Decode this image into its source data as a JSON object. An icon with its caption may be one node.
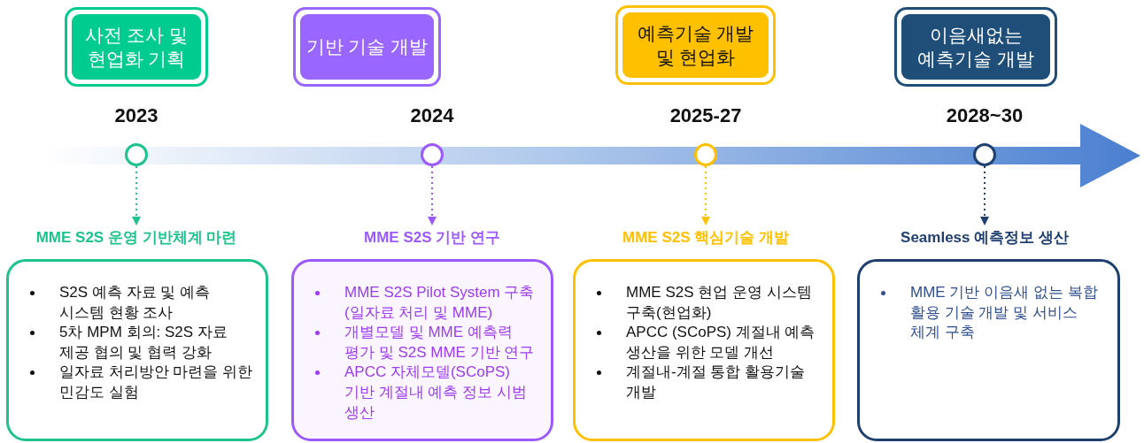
{
  "diagram": {
    "nodes": [
      {
        "text": [
          "사전 조사 및 현업화 기획"
        ]
      },
      {
        "text": [],
        "shape": "circle",
        "beside": [
          "2023"
        ]
      },
      {
        "text": [
          "MME S2S 운영 기반체계 마련"
        ]
      },
      {
        "text": [
          "S2S 예측 자료 및 예측 시스템 현황 조사",
          "5차 MPM 회의: S2S 자료 제공 협의 및 협력 강화",
          "일자료 처리방안 마련을 위한 민감도 실험"
        ]
      },
      {
        "text": [
          "기반 기술 개발"
        ]
      },
      {
        "text": [],
        "shape": "circle",
        "beside": [
          "2024"
        ]
      },
      {
        "text": [
          "MME S2S 기반 연구"
        ]
      },
      {
        "text": [
          "MME S2S Pilot System 구축 (일자료 처리 및 MME)",
          "개별모델 및 MME 예측력 평가 및 S2S MME 기반 연구",
          "APCC 자체모델(SCoPS) 기반 계절내 예측 정보 시범 생산"
        ]
      },
      {
        "text": [
          "예측기술 개발 및 현업화"
        ]
      },
      {
        "text": [],
        "shape": "circle",
        "beside": [
          "2025-27"
        ]
      },
      {
        "text": [
          "MME S2S 핵심기술 개발"
        ]
      },
      {
        "text": [
          "MME S2S 현업 운영 시스템 구축(현업화)",
          "APCC (SCoPS) 계절내 예측 생산을 위한 모델 개선",
          "계절내-계절 통합 활용기술 개발"
        ]
      },
      {
        "text": [
          "이음새없는 예측기술 개발"
        ]
      },
      {
        "text": [],
        "shape": "circle",
        "beside": [
          "2028~30"
        ]
      },
      {
        "text": [
          "Seamless 예측정보 생산"
        ]
      },
      {
        "text": [
          "MME 기반 이음새 없는 복합 활용 기술 개발 및 서비스 체계 구축"
        ]
      }
    ],
    "edges": [
      {
        "from": 1,
        "to": 2,
        "arrow": "to",
        "style": "dashed",
        "color": "#1ec28b"
      },
      {
        "from": 5,
        "to": 6,
        "arrow": "to",
        "style": "dashed",
        "color": "#9b59ff"
      },
      {
        "from": 9,
        "to": 10,
        "arrow": "to",
        "style": "dashed",
        "color": "#ffc000"
      },
      {
        "from": 13,
        "to": 14,
        "arrow": "to",
        "style": "dashed",
        "color": "#1f3f6e"
      }
    ]
  }
}
